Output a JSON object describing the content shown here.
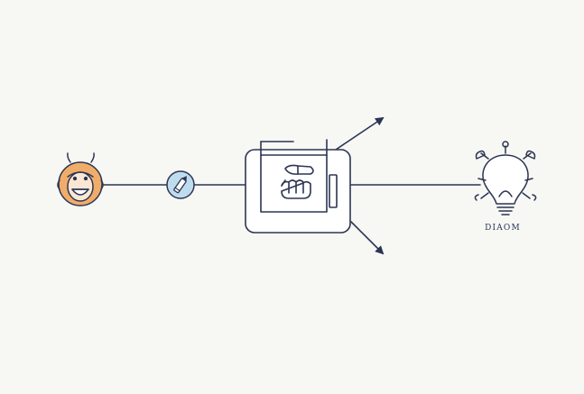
{
  "diagram": {
    "colors": {
      "background": "#f7f7f4",
      "line": "#2b3553",
      "avatar_fill": "#f0ad6a",
      "tool_fill": "#bfdcef",
      "tool_stroke": "#5c8db3",
      "box_fill": "#ffffff"
    },
    "nodes": [
      {
        "id": "person",
        "icon": "person-head-icon"
      },
      {
        "id": "tool",
        "icon": "pencil-icon"
      },
      {
        "id": "processor",
        "icon": "hands-box-icon"
      },
      {
        "id": "idea",
        "icon": "lightbulb-icon",
        "label": "DIAOM"
      }
    ],
    "edges": [
      {
        "from": "person",
        "to": "tool"
      },
      {
        "from": "tool",
        "to": "processor"
      },
      {
        "from": "processor",
        "to": "idea"
      },
      {
        "from": "processor",
        "to": "output-upper",
        "arrow": true
      },
      {
        "from": "processor",
        "to": "output-lower",
        "arrow": true
      }
    ]
  }
}
